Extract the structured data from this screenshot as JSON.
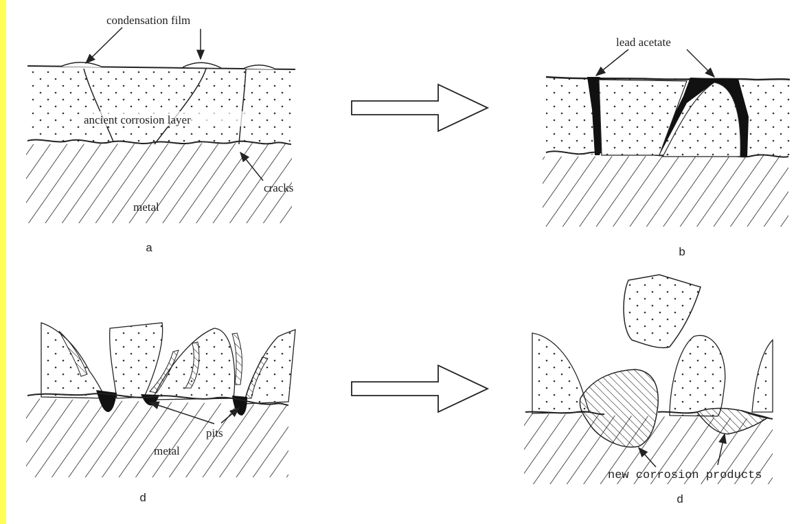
{
  "labels": {
    "condensation_film": "condensation film",
    "ancient_corrosion_layer": "ancient corrosion layer",
    "cracks": "cracks",
    "metal_a": "metal",
    "lead_acetate": "lead acetate",
    "pits": "pits",
    "metal_c": "metal",
    "new_corrosion_products": "new corrosion products"
  },
  "panels": {
    "a": "a",
    "b": "b",
    "c": "d",
    "d": "d"
  },
  "colors": {
    "ink": "#222222",
    "left_strip": "#ffff55"
  }
}
